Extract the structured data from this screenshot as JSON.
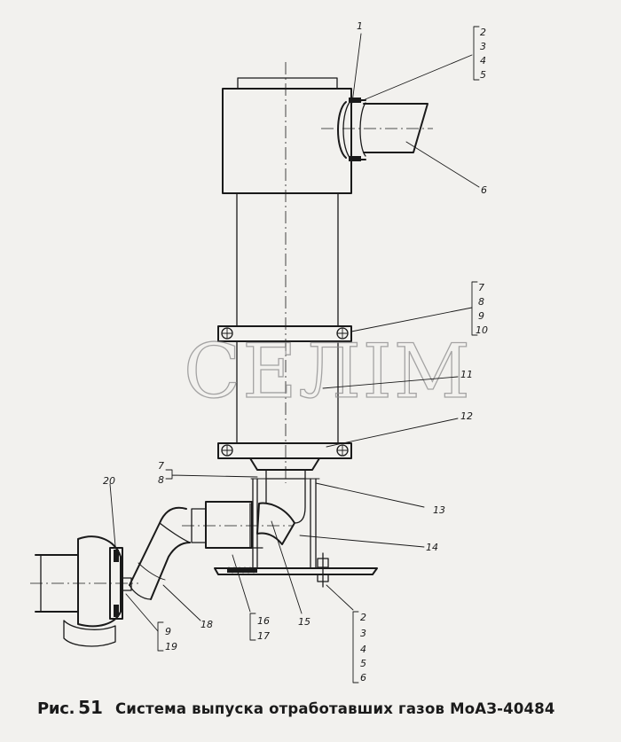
{
  "caption": {
    "prefix": "Рис.",
    "number": "51",
    "title": "Система выпуска отработавших газов МоАЗ-40484"
  },
  "watermark": "СЕЛІМ",
  "callouts": {
    "c1": "1",
    "group_top": [
      "2",
      "3",
      "4",
      "5"
    ],
    "c6": "6",
    "group_mid": [
      "7",
      "8",
      "9",
      "10"
    ],
    "c11": "11",
    "c12": "12",
    "group_78": [
      "7",
      "8"
    ],
    "c13": "13",
    "c14": "14",
    "c15": "15",
    "c16": "16",
    "c17": "17",
    "c18": "18",
    "c19": "19",
    "c20": "20",
    "c9": "9",
    "group_bottom": [
      "2",
      "3",
      "4",
      "5",
      "6"
    ]
  }
}
